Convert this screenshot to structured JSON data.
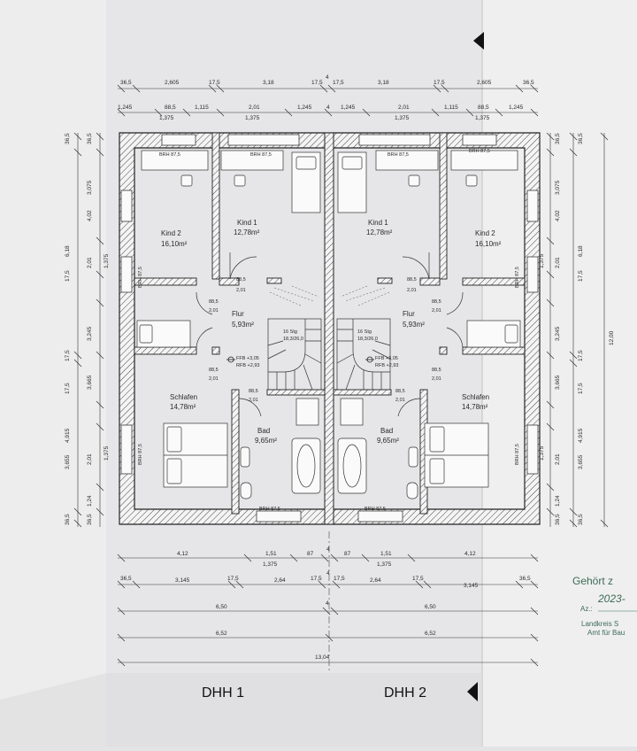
{
  "plan": {
    "left": {
      "kind2": {
        "name": "Kind 2",
        "area": "16,10m²"
      },
      "kind1": {
        "name": "Kind 1",
        "area": "12,78m²"
      },
      "flur": {
        "name": "Flur",
        "area": "5,93m²"
      },
      "schlafen": {
        "name": "Schlafen",
        "area": "14,78m²"
      },
      "bad": {
        "name": "Bad",
        "area": "9,65m²"
      }
    },
    "right": {
      "kind2": {
        "name": "Kind 2",
        "area": "16,10m²"
      },
      "kind1": {
        "name": "Kind 1",
        "area": "12,78m²"
      },
      "flur": {
        "name": "Flur",
        "area": "5,93m²"
      },
      "schlafen": {
        "name": "Schlafen",
        "area": "14,78m²"
      },
      "bad": {
        "name": "Bad",
        "area": "9,65m²"
      }
    },
    "brh": "BRH 87,5",
    "door_w": "88,5",
    "door_h": "2,01",
    "stair_steps": "16 Stg",
    "stair_ratio": "18,3/26,0",
    "ffb": "FFB +3,05",
    "rfb": "RFB +2,93"
  },
  "dims": {
    "top1": [
      "36,5",
      "2,605",
      "17,5",
      "3,18",
      "17,5",
      "4",
      "17,5",
      "3,18",
      "17,5",
      "2,605",
      "36,5"
    ],
    "top2a": [
      "1,245",
      "88,5",
      "1,115",
      "2,01",
      "1,245",
      "4",
      "1,245",
      "2,01",
      "1,115",
      "88,5",
      "1,245"
    ],
    "top2b": [
      "1,375",
      "1,375",
      "1,375",
      "1,375"
    ],
    "bottom1": [
      "4,12",
      "1,51",
      "1,375",
      "87",
      "4",
      "87",
      "1,51",
      "1,375",
      "4,12"
    ],
    "bottom2": [
      "36,5",
      "3,145",
      "17,5",
      "2,64",
      "17,5",
      "4",
      "17,5",
      "2,64",
      "17,5",
      "3,145",
      "36,5"
    ],
    "bottom3": [
      "6,50",
      "4",
      "6,50"
    ],
    "bottom4": [
      "6,52",
      "6,52"
    ],
    "bottom5": [
      "13,04"
    ],
    "left_outer": [
      "36,5",
      "6,18",
      "17,5",
      "4,915",
      "36,5"
    ],
    "left_inner": [
      "36,5",
      "3,075",
      "4,02",
      "17,5",
      "2,01",
      "1,375",
      "3,245",
      "17,5",
      "3,665",
      "3,655",
      "2,01",
      "1,375",
      "1,24",
      "36,5"
    ],
    "right_inner": [
      "36,5",
      "3,075",
      "4,02",
      "17,5",
      "2,01",
      "1,375",
      "3,245",
      "17,5",
      "3,665",
      "3,655",
      "2,01",
      "1,375",
      "1,24",
      "36,5"
    ],
    "right_outer": [
      "36,5",
      "6,18",
      "17,5",
      "4,915",
      "36,5",
      "12,00"
    ]
  },
  "labels": {
    "dhh1": "DHH 1",
    "dhh2": "DHH 2"
  },
  "stamp": {
    "line1": "Gehört z",
    "line2": "Az.:",
    "line2_hand": "2023-",
    "line3": "Landkreis S",
    "line4": "Amt für Bau"
  }
}
